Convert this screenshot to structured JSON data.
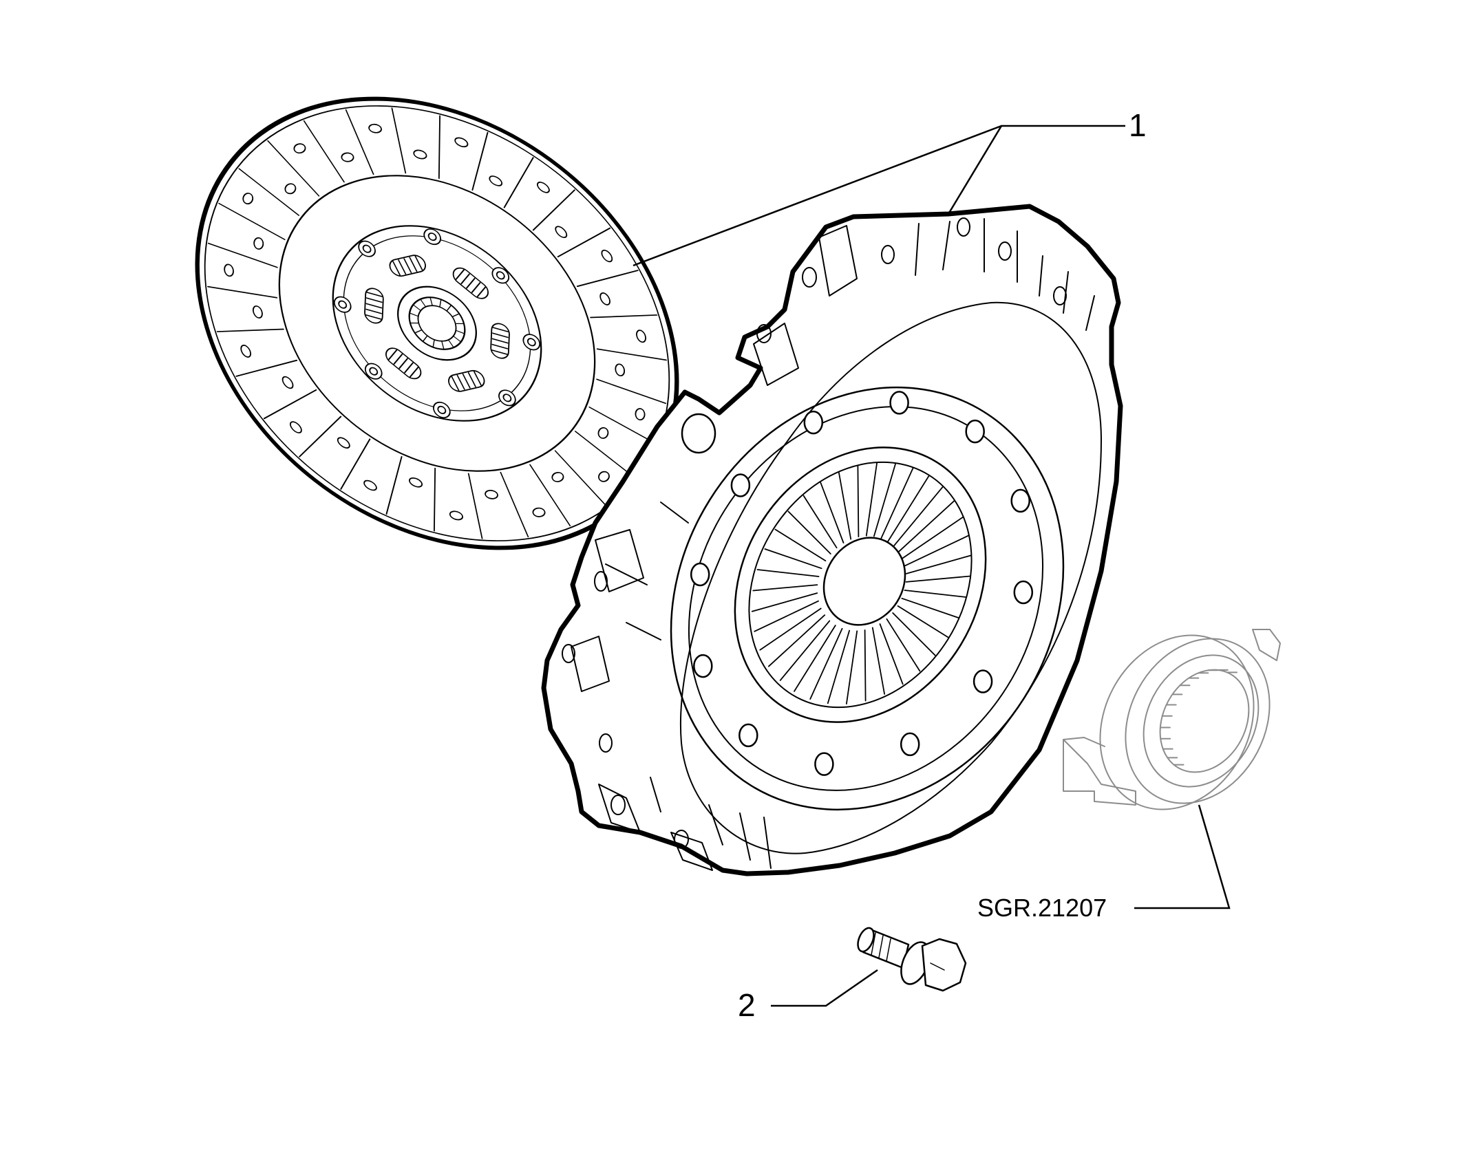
{
  "diagram": {
    "callouts": [
      {
        "id": "1",
        "label": "1"
      },
      {
        "id": "2",
        "label": "2"
      },
      {
        "id": "ref",
        "label": "SGR.21207"
      }
    ]
  },
  "colors": {
    "line": "#000000",
    "ghost": "#8c8c8c",
    "background": "#ffffff"
  }
}
